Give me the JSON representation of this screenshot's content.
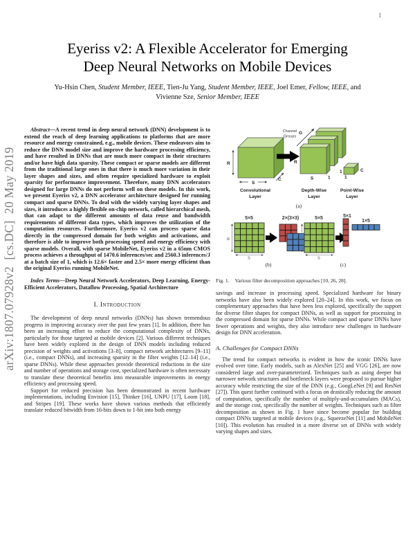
{
  "page": {
    "page_number": "1",
    "arxiv_sidebar": "arXiv:1807.07928v2  [cs.DC]  20 May 2019"
  },
  "header": {
    "title_line1": "Eyeriss v2: A Flexible Accelerator for Emerging",
    "title_line2": "Deep Neural Networks on Mobile Devices",
    "authors_line1": [
      "Yu-Hsin Chen, ",
      "Student Member, IEEE,",
      " Tien-Ju Yang, ",
      "Student Member, IEEE,",
      " Joel Emer, ",
      "Fellow, IEEE,",
      " and"
    ],
    "authors_line2": [
      "Vivienne Sze, ",
      "Senior Member, IEEE"
    ]
  },
  "left_column": {
    "abstract_lead": "Abstract",
    "abstract_text": "—A recent trend in deep neural network (DNN) development is to extend the reach of deep learning applications to platforms that are more resource and energy constrained, e.g., mobile devices. These endeavors aim to reduce the DNN model size and improve the hardware processing efficiency, and have resulted in DNNs that are much more compact in their structures and/or have high data sparsity. These compact or sparse models are different from the traditional large ones in that there is much more variation in their layer shapes and sizes, and often require specialized hardware to exploit sparsity for performance improvement. Therefore, many DNN accelerators designed for large DNNs do not perform well on these models. In this work, we present Eyeriss v2, a DNN accelerator architecture designed for running compact and sparse DNNs. To deal with the widely varying layer shapes and sizes, it introduces a highly flexible on-chip network, called hierarchical mesh, that can adapt to the different amounts of data reuse and bandwidth requirements of different data types, which improves the utilization of the computation resources. Furthermore, Eyeriss v2 can process sparse data directly in the compressed domain for both weights and activations, and therefore is able to improve both processing speed and energy efficiency with sparse models. Overall, with sparse MobileNet, Eyeriss v2 in a 65nm CMOS process achieves a throughput of 1470.6 inferences/sec and 2560.3 inferences/J at a batch size of 1, which is 12.6× faster and 2.5× more energy efficient than the original Eyeriss running MobileNet.",
    "index_lead": "Index Terms",
    "index_text": "—Deep Neural Network Accelerators, Deep Learning, Energy-Efficient Accelerators, Dataflow Processing, Spatial Architecture",
    "intro_heading": "I. Introduction",
    "intro_p1": "The development of deep neural networks (DNNs) has shown tremendous progress in improving accuracy over the past few years [1]. In addition, there has been an increasing effort to reduce the computational complexity of DNNs, particularly for those targeted at mobile devices [2]. Various different techniques have been widely explored in the design of DNN models including reduced precision of weights and activations [3–8], compact network architectures [9–11] (i.e., compact DNNs), and increasing sparsity in the filter weights [12–14] (i.e., sparse DNNs). While these approaches provide theoretical reductions in the size and number of operations and storage cost, specialized hardware is often necessary to translate these theoretical benefits into measurable improvements in energy efficiency and processing speed.",
    "intro_p2": "Support for reduced precision has been demonstrated in recent hardware implementations, including Envision [15], Thinker [16], UNPU [17], Loom [18], and Stripes [19]. These works have shown various methods that efficiently translate reduced bitwidth from 16-bits down to 1-bit into both energy"
  },
  "right_column": {
    "p1": "savings and increase in processing speed. Specialized hardware for binary networks have also been widely explored [20–24]. In this work, we focus on complementary approaches that have been less explored, specifically the support for diverse filter shapes for compact DNNs, as well as support for processing in the compressed domain for sparse DNNs. While compact and sparse DNNs have fewer operations and weights, they also introduce new challenges in hardware design for DNN acceleration.",
    "subsection_a": "A. Challenges for Compact DNNs",
    "p2": "The trend for compact networks is evident in how the iconic DNNs have evolved over time. Early models, such as AlexNet [25] and VGG [26], are now considered large and over-parameterized. Techniques such as using deeper but narrower network structures and bottleneck layers were proposed to pursue higher accuracy while restricting the size of the DNN (e.g., GoogLeNet [9] and ResNet [27]). This quest further continued with a focus on drastically reducing the amount of computation, specifically the number of multiply-and-accumulates (MACs), and the storage cost, specifically the number of weights. Techniques such as filter decomposition as shown in Fig. 1 have since become popular for building compact DNNs targeted at mobile devices (e.g., SqueezeNet [11] and MobileNet [10]). This evolution has resulted in a more diverse set of DNNs with widely varying shapes and sizes."
  },
  "figure1": {
    "caption_label": "Fig. 1.",
    "caption_text": "Various filter decomposition approaches [10, 26, 28].",
    "colors": {
      "green": "#97C355",
      "green_light": "#CBE3A3",
      "green_dark": "#76A73F",
      "red": "#BE4B48",
      "blue": "#4F81BD"
    },
    "part_a": {
      "tag": "(a)",
      "channel_groups_line1": "Channel",
      "channel_groups_line2": "Groups",
      "g": "G",
      "conv": {
        "r": "R",
        "s": "S",
        "c": "C",
        "label1": "Convolutional",
        "label2": "Layer"
      },
      "dw": {
        "r": "R",
        "s": "S",
        "one": "1",
        "label1": "Depth-Wise",
        "label2": "Layer"
      },
      "pw": {
        "one1": "1",
        "one2": "1",
        "c": "C",
        "label1": "Point-Wise",
        "label2": "Layer"
      }
    },
    "part_b": {
      "tag": "(b)",
      "src": "5×5",
      "dst": "2×(3×3)",
      "r": "R",
      "s": "S"
    },
    "part_c": {
      "tag": "(c)",
      "src": "5×5",
      "red": "5×1",
      "blue": "1×5",
      "r": "R",
      "s": "S"
    }
  }
}
